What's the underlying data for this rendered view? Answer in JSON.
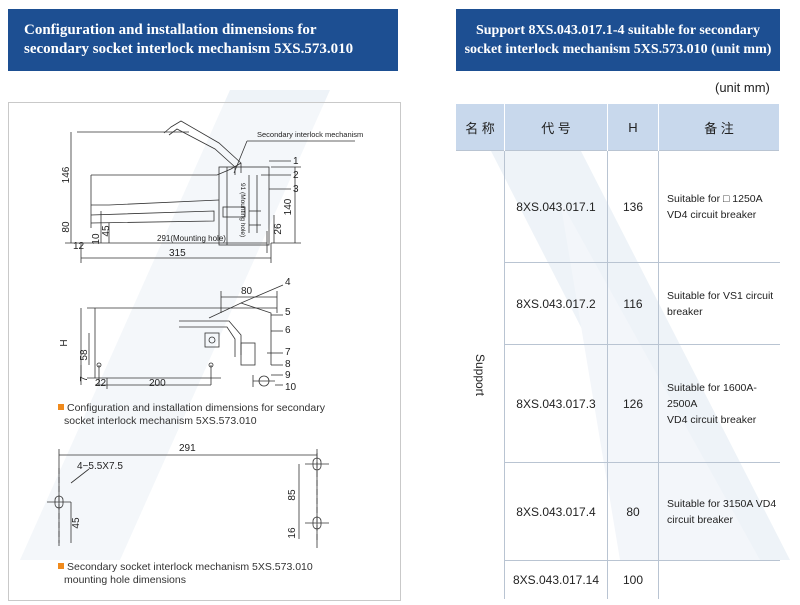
{
  "left_header": {
    "line1": "Configuration and installation dimensions for",
    "line2": "secondary socket interlock mechanism 5XS.573.010"
  },
  "right_header": {
    "line1": "Support 8XS.043.017.1-4 suitable for secondary",
    "line2": "socket interlock mechanism 5XS.573.010  (unit mm)"
  },
  "unit_label": "(unit mm)",
  "table": {
    "headers": [
      "名 称",
      "代 号",
      "H",
      "备 注"
    ],
    "category": "Support",
    "rows": [
      {
        "code": "8XS.043.017.1",
        "h": "136",
        "note1": "Suitable for □ 1250A",
        "note2": "VD4 circuit breaker"
      },
      {
        "code": "8XS.043.017.2",
        "h": "116",
        "note1": "Suitable for VS1 circuit",
        "note2": "breaker"
      },
      {
        "code": "8XS.043.017.3",
        "h": "126",
        "note1": "Suitable for 1600A-2500A",
        "note2": "VD4 circuit breaker"
      },
      {
        "code": "8XS.043.017.4",
        "h": "80",
        "note1": "Suitable for 3150A VD4",
        "note2": "circuit breaker"
      },
      {
        "code": "8XS.043.017.14",
        "h": "100",
        "note1": "",
        "note2": ""
      }
    ]
  },
  "drawing1": {
    "label_mech": "Secondary interlock mechanism",
    "label_mount_vert": "91 (Mounting hole)",
    "label_mount": "291(Mounting hole)",
    "d146": "146",
    "d80": "80",
    "d12": "12",
    "d10": "10",
    "d45": "45",
    "d315": "315",
    "d26": "26",
    "d140": "140",
    "n1": "1",
    "n2": "2",
    "n3": "3"
  },
  "drawing2": {
    "d80": "80",
    "dH": "H",
    "d58": "58",
    "d7": "7",
    "d22": "22",
    "d200": "200",
    "n4": "4",
    "n5": "5",
    "n6": "6",
    "n7": "7",
    "n8": "8",
    "n9": "9",
    "n10": "10"
  },
  "caption1": {
    "line1": "Configuration and installation dimensions for secondary",
    "line2": "socket interlock mechanism 5XS.573.010"
  },
  "drawing3": {
    "d291": "291",
    "hole": "4−5.5X7.5",
    "d45": "45",
    "d85": "85",
    "d16": "16"
  },
  "caption2": {
    "line1": "Secondary socket interlock mechanism 5XS.573.010",
    "line2": "mounting hole dimensions"
  },
  "colors": {
    "header_bg": "#1d4f92",
    "table_header_bg": "#c8d8ec",
    "bullet": "#f08a1c"
  }
}
